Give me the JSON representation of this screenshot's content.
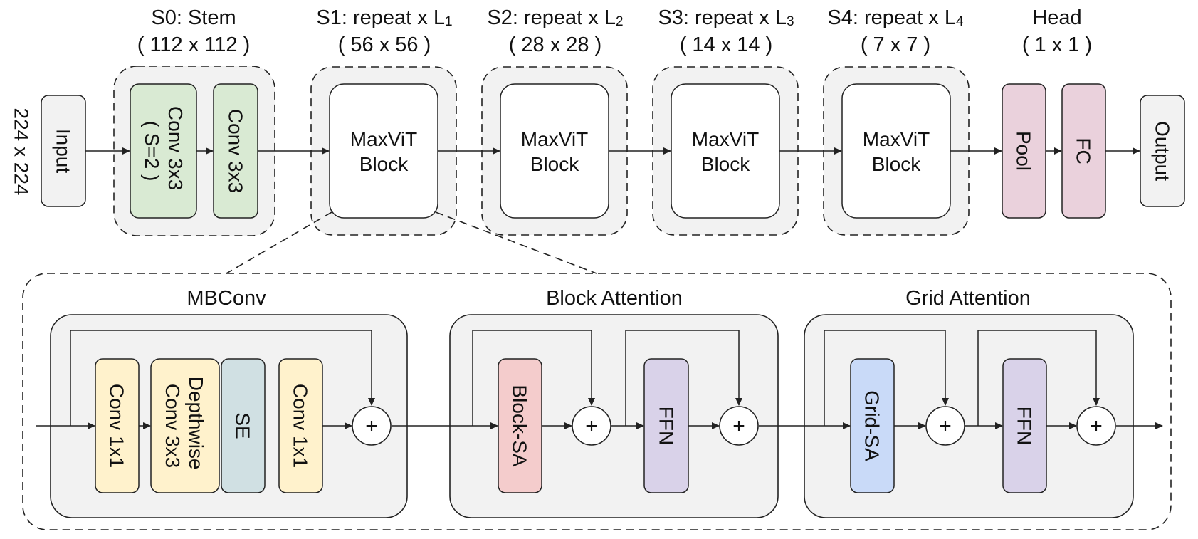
{
  "stages": {
    "s0_title": "S0: Stem",
    "s0_size": "( 112 x 112 )",
    "s1_title_pre": "S1: repeat x L",
    "s1_sub": "1",
    "s1_size": "( 56 x 56 )",
    "s2_title_pre": "S2: repeat x L",
    "s2_sub": "2",
    "s2_size": "( 28 x 28 )",
    "s3_title_pre": "S3: repeat x L",
    "s3_sub": "3",
    "s3_size": "( 14 x 14 )",
    "s4_title_pre": "S4: repeat x L",
    "s4_sub": "4",
    "s4_size": "( 7 x 7 )",
    "head_title": "Head",
    "head_size": "( 1 x 1 )"
  },
  "top": {
    "input_size": "224 x 224",
    "input_label": "Input",
    "stem_conv1_line1": "Conv 3x3",
    "stem_conv1_line2": "( S=2 )",
    "stem_conv2": "Conv 3x3",
    "block_line1": "MaxViT",
    "block_line2": "Block",
    "pool": "Pool",
    "fc": "FC",
    "output": "Output"
  },
  "detail": {
    "mbconv_title": "MBConv",
    "block_attn_title": "Block Attention",
    "grid_attn_title": "Grid Attention",
    "conv1x1_a": "Conv 1x1",
    "depthwise_line1": "Depthwise",
    "depthwise_line2": "Conv 3x3",
    "se": "SE",
    "conv1x1_b": "Conv 1x1",
    "block_sa": "Block-SA",
    "ffn_1": "FFN",
    "grid_sa": "Grid-SA",
    "ffn_2": "FFN",
    "plus": "+"
  },
  "colors": {
    "stage_bg": "#f2f2f2",
    "stem_green": "#d9ead3",
    "head_pink": "#ead1dc",
    "mbconv_yellow": "#fff2cc",
    "se_blue": "#d0e0e3",
    "block_sa_red": "#f4cccc",
    "ffn_purple": "#d9d2e9",
    "grid_sa_blue": "#c9daf8"
  }
}
